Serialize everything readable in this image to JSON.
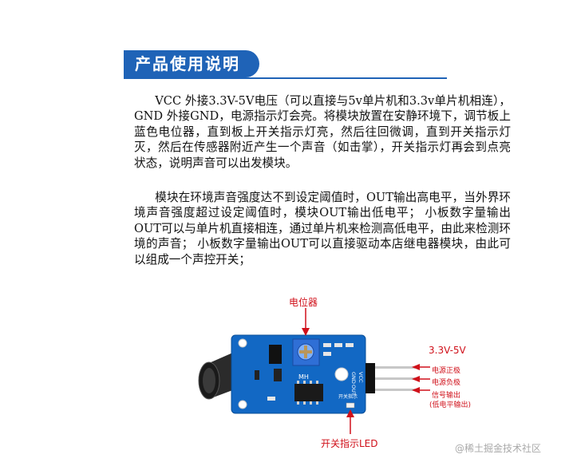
{
  "header": {
    "title": "产品使用说明"
  },
  "body": {
    "paragraph_1": "VCC 外接3.3V-5V电压（可以直接与5v单片机和3.3v单片机相连）， GND 外接GND，电源指示灯会亮。将模块放置在安静环境下，调节板上蓝色电位器，直到板上开关指示灯亮，然后往回微调，直到开关指示灯灭，然后在传感器附近产生一个声音（如击掌），开关指示灯再会到点亮状态，说明声音可以出发模块。",
    "paragraph_2": "模块在环境声音强度达不到设定阈值时，OUT输出高电平，当外界环境声音强度超过设定阈值时，模块OUT输出低电平； 小板数字量输出OUT可以与单片机直接相连，通过单片机来检测高低电平，由此来检测环境的声音； 小板数字量输出OUT可以直接驱动本店继电器模块，由此可以组成一个声控开关；"
  },
  "diagram": {
    "potentiometer_label": "电位器",
    "switch_led_label": "开关指示LED",
    "voltage_label": "3.3V-5V",
    "pin_vcc_label": "电源正极",
    "pin_gnd_label": "电源负极",
    "pin_out_label": "信号输出",
    "pin_out_note": "(低电平输出)",
    "board_mh_label": "MH",
    "board_pin_vcc": "VCC",
    "board_pin_gnd": "GND",
    "board_pin_out": "OUT",
    "board_switch_text": "开关指示"
  },
  "colors": {
    "header_blue": "#1f63b7",
    "annotation_red": "#d0101a",
    "pcb_blue": "#1268c4",
    "body_text": "#111111",
    "watermark_gray": "#a9a9a9"
  },
  "watermark": {
    "text": "@稀土掘金技术社区"
  }
}
